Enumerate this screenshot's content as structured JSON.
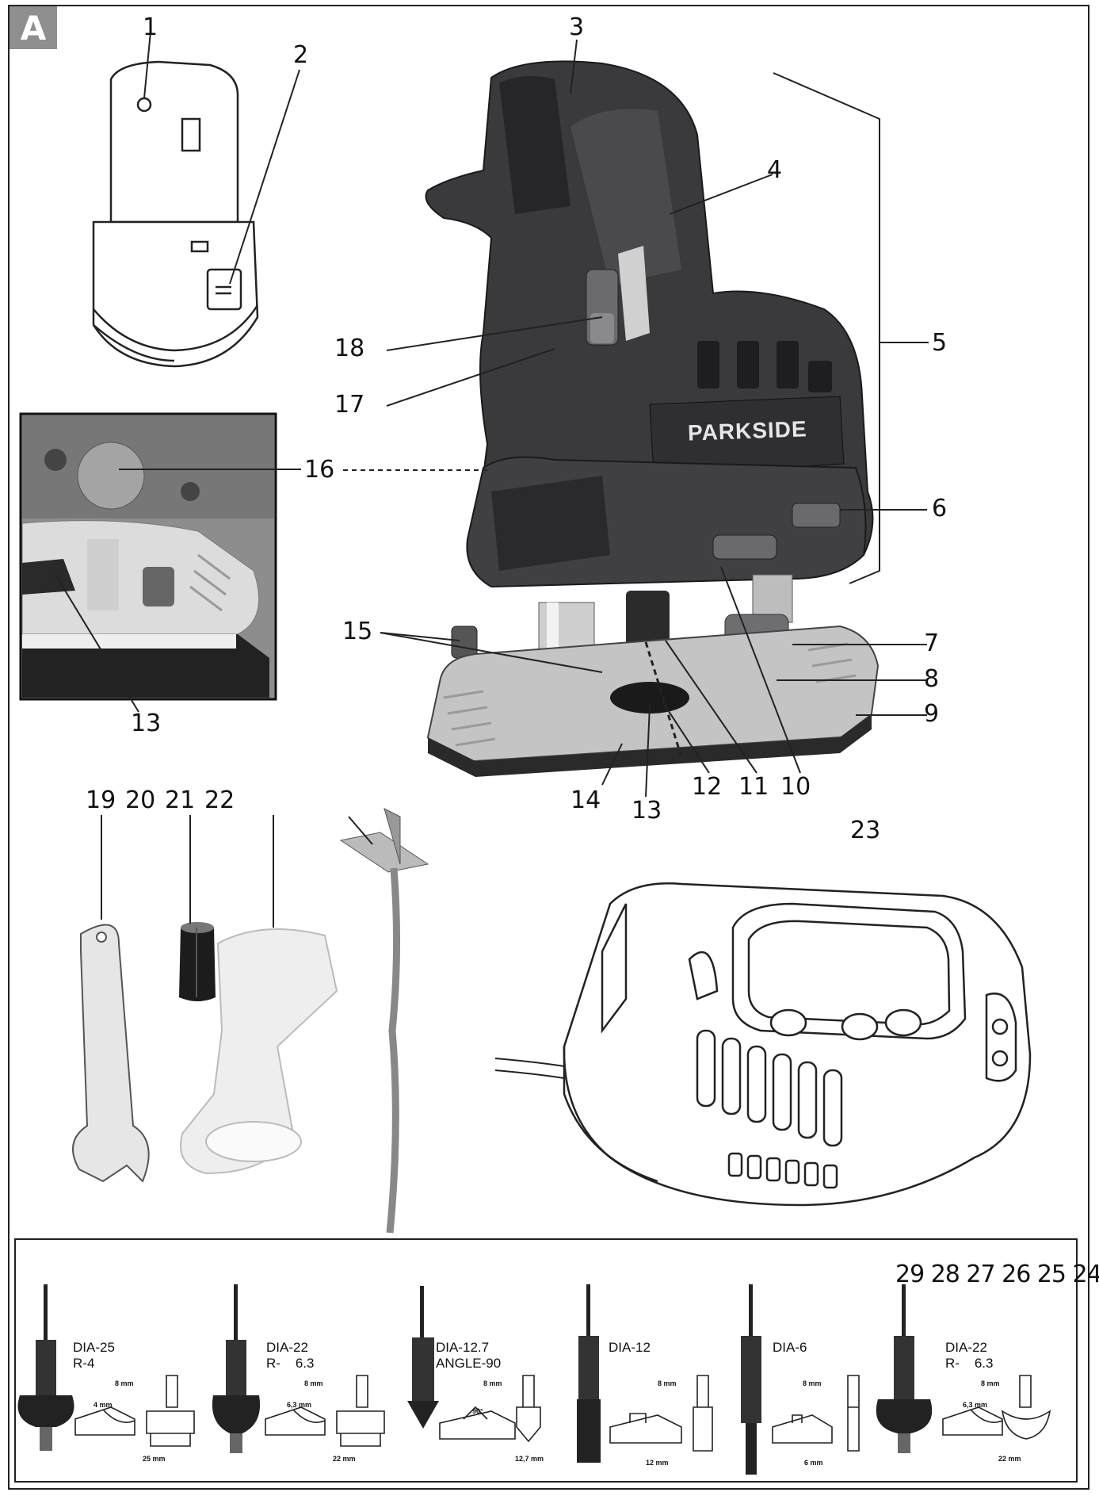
{
  "figure_letter": "A",
  "brand": "PARKSIDE",
  "callouts": [
    "1",
    "2",
    "3",
    "4",
    "5",
    "6",
    "7",
    "8",
    "9",
    "10",
    "11",
    "12",
    "13",
    "14",
    "15",
    "16",
    "17",
    "18",
    "19",
    "20",
    "21",
    "22",
    "23"
  ],
  "inset_callouts": {
    "top": "16",
    "bottom": "13"
  },
  "accessory_numbers": [
    "19",
    "20",
    "21",
    "22"
  ],
  "bit_numbers": "29 28 27 26 25 24",
  "bits": [
    {
      "line1": "DIA-25",
      "line2": "R-4",
      "shank": "8 mm",
      "cut": "4 mm",
      "dia": "25 mm"
    },
    {
      "line1": "DIA-22",
      "line2": "R-    6.3",
      "shank": "8 mm",
      "cut": "6,3 mm",
      "dia": "22 mm"
    },
    {
      "line1": "DIA-12.7",
      "line2": "ANGLE-90",
      "shank": "8 mm",
      "cut": "90°",
      "dia": "12,7 mm"
    },
    {
      "line1": "DIA-12",
      "line2": "",
      "shank": "8 mm",
      "cut": "",
      "dia": "12 mm"
    },
    {
      "line1": "DIA-6",
      "line2": "",
      "shank": "8 mm",
      "cut": "",
      "dia": "6 mm"
    },
    {
      "line1": "DIA-22",
      "line2": "R-    6.3",
      "shank": "8 mm",
      "cut": "6,3 mm",
      "dia": "22 mm"
    }
  ]
}
